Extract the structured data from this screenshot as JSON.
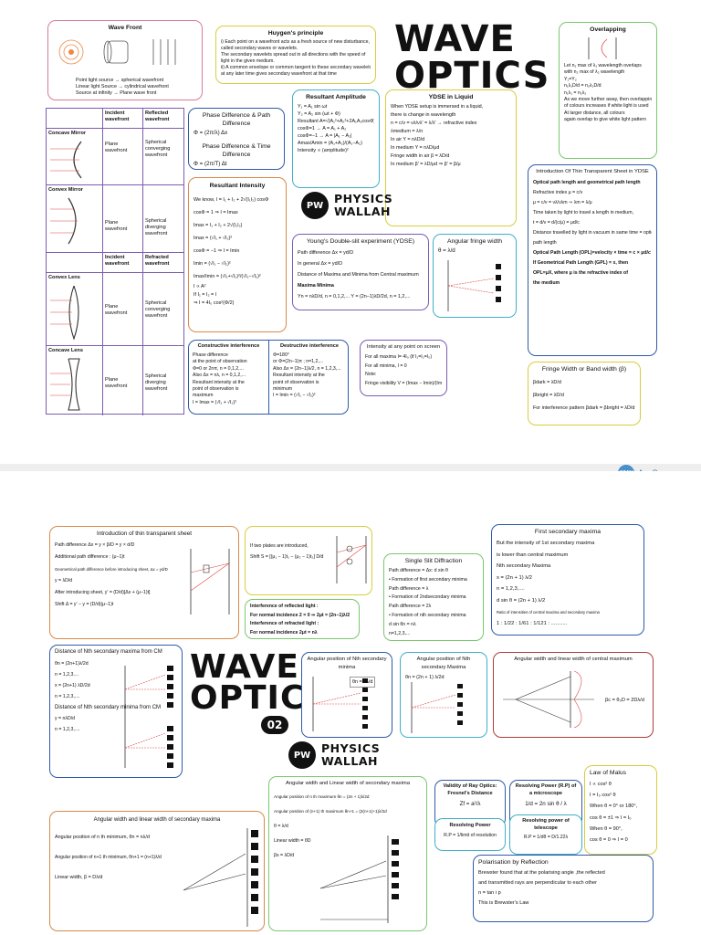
{
  "page1": {
    "title_line1": "WAVE",
    "title_line2": "OPTICS",
    "brand": "PHYSICS WALLAH",
    "brand_line1": "PHYSICS",
    "brand_line2": "WALLAH",
    "logo_text": "PW",
    "wave_front": {
      "title": "Wave Front",
      "lines": [
        "Point light source → spherical wavefront",
        "Linear light Source → cylindrical wavefront",
        "Source at infinity → Plane wave front"
      ]
    },
    "huygens": {
      "title": "Huygen's principle",
      "lines": [
        "i) Each point on a wavefront acts as a fresh source of new disturbance,",
        "   called secondary waves or wavelets.",
        "   The secondary wavelets spread out in all directions with the speed of",
        "   light in the given medium.",
        "ii) A common envelope or common tangent to these secondary wavelets",
        "   at any later time gives secondary wavefront at that time"
      ]
    },
    "overlapping": {
      "title": "Overlapping",
      "lines": [
        "Let n₁ max of λ₁ wavelength overlaps",
        "with n₂ max of λ₂ wavelength",
        "Y₁=Y₂",
        "n₁λ₁D/d = n₂λ₂D/d",
        "n₁λ₁ = n₂λ₂",
        "As we move further away, then overlapping",
        "of colours increases if white light is used",
        "At larger distance, all colours",
        "again overlap to give white light pattern"
      ]
    },
    "table": {
      "headers": [
        "",
        "Incident wavefront",
        "Reflected wavefront"
      ],
      "headers2": [
        "",
        "Incident wavefront",
        "Refracted wavefront"
      ],
      "rows": [
        {
          "label": "Concave Mirror",
          "a": "Plane wavefront",
          "b": "Spherical converging wavefront"
        },
        {
          "label": "Convex Mirror",
          "a": "Plane wavefront",
          "b": "Spherical diverging wavefront"
        },
        {
          "label": "Convex Lens",
          "a": "Plane wavefront",
          "b": "Spherical converging wavefront"
        },
        {
          "label": "Concave Lens",
          "a": "Plane wavefront",
          "b": "Spherical diverging wavefront"
        }
      ]
    },
    "phase": {
      "title1": "Phase Difference & Path Difference",
      "eq1": "Φ = (2π/λ) Δx",
      "title2": "Phase Difference & Time Difference",
      "eq2": "Φ = (2π/T) Δt"
    },
    "resultant_amplitude": {
      "title": "Resultant Amplitude",
      "lines": [
        "Y₁ = A₁ sin ωt",
        "Y₂ = A₂ sin (ωt + Φ)",
        "Resultant A=√(A₁²+A₂²+2A₁A₂cosΦ)",
        "cosΦ=1 → A = A₁ + A₂",
        "cosΦ=−1 → A = |A₁ − A₂|",
        "Amax/Amin = (A₁+A₂)/(A₁−A₂)",
        "Intensity ∝ (amplitude)²"
      ]
    },
    "ydse_liquid": {
      "title": "YDSE in Liquid",
      "lines": [
        "When YDSE setup is immersed in a liquid,",
        "there is change in wavelength",
        "n = c/v = νλ/νλ' = λ/λ' → refractive index",
        "λmedium = λ/n",
        "In air Y = nλD/d",
        "In medium Y = nλD/μd",
        "Fringe width in air β = λD/d",
        "In medium β' = λD/μd ⇒ β' = β/μ"
      ]
    },
    "resultant_intensity": {
      "title": "Resultant Intensity",
      "lines": [
        "We know, I = I₁ + I₂ + 2√(I₁I₂) cosΦ",
        "cosΦ = 1 ⇒ I = Imax",
        "Imax = I₁ + I₂ + 2√(I₁I₂)",
        "Imax = (√I₁ + √I₂)²",
        "cosΦ = −1 ⇒ I = Imin",
        "Imin = (√I₁ − √I₂)²",
        "Imax/Imin = (√I₁+√I₂)²/(√I₁−√I₂)²",
        "I ∝ A²",
        "If I₁ = I₂ = I",
        "⇒ I = 4I₀ cos²(Φ/2)"
      ]
    },
    "ydse": {
      "title": "Young's Double-slit experiment (YDSE)",
      "lines": [
        "Path difference Δx = yd/D",
        "In general Δx = yd/D",
        "Distance of Maxima and Minima from Central maximum",
        "Maxima                    Minima",
        "Yn = nλD/d, n = 0,1,2,...   Y = (2n−1)λD/2d, n = 1,2,..."
      ]
    },
    "angular_fringe": {
      "title": "Angular fringe width",
      "eq": "θ = λ/d"
    },
    "interference": {
      "h1": "Constructive interference",
      "h2": "Destructive interference",
      "c1": [
        "Phase difference",
        "at the point of observation",
        "Φ=0 or 2nπ, n = 0,1,2,...",
        "Also Δx = nλ, n = 0,1,2,...",
        "Resultant intensity at the",
        "point of observation is",
        "maximum",
        "I = Imax = (√I₁ + √I₂)²"
      ],
      "c2": [
        "Φ=180°",
        "or Φ=(2n−1)π ; n=1,2,...",
        "Also Δx = (2n−1)λ/2, n = 1,2,3,...",
        "Resultant intensity at the",
        "point of observation is",
        "minimum",
        "I = Imin = (√I₁ − √I₂)²"
      ]
    },
    "intensity_point": {
      "title": "Intensity at any point on screen",
      "lines": [
        "For all maxima I= 4I₀ (if I₁=I₂=I₀)",
        "For all minima, I = 0",
        "Note:",
        "Fringe visibility V = (Imax − Imin)/(Imax + Imin)"
      ]
    },
    "thin_sheet": {
      "title": "Introduction Of Thin Transparent Sheet in YDSE",
      "lines": [
        "Optical path length and geometrical path length",
        "Refractive index μ = c/v",
        "μ = c/v = νλ/νλm ⇒ λm = λ/μ",
        "Time taken by light to travel a length in medium,",
        "t = d/v = d/(c/μ) = μd/c",
        "Distance travelled by light in vacuum in same time = optical",
        "path length",
        "Optical Path Length (OPL)=velocity × time = c × μd/c",
        "If Geometrical Path Length (GPL) = x, then",
        "OPL=μX, where μ is the refractive index of",
        "the medium"
      ]
    },
    "fringe_width": {
      "title": "Fringe Width or Band width (β)",
      "lines": [
        "βdark = λD/d",
        "βbright = λD/d",
        "For interference pattern βdark = βbright = λD/d"
      ]
    },
    "scanner": "AnyScanner",
    "scanner_icon": "SCAN"
  },
  "page2": {
    "title_line1": "WAVE",
    "title_line2": "OPTICS",
    "badge": "02",
    "brand_line1": "PHYSICS",
    "brand_line2": "WALLAH",
    "logo_text": "PW",
    "thin_sheet": {
      "title": "Introduction of thin transparent sheet",
      "lines": [
        "Path difference Δx = y × β/D = y × d/D",
        "Additional path difference : (μ−1)t",
        "Geometrical path difference before introducing sheet, Δx = yd/D",
        "y = λD/d",
        "After introducing sheet, y' = (D/d)[Δx + (μ−1)t]",
        "Shift Δ = y' − y = (D/d)(μ−1)t"
      ]
    },
    "two_plates": {
      "lines": [
        "If two plates are introduced,",
        "Shift S = [(μ₁ − 1)t₁ − (μ₂ − 1)t₂] D/d"
      ]
    },
    "reflected": {
      "lines": [
        "Interference of reflected light :",
        "For normal incidence 2 = 0 ⇒ 2μt = (2n−1)λ/2",
        "Interference of refracted light :",
        "For normal incidence 2μt = nλ"
      ]
    },
    "single_slit": {
      "title": "Single Slit Diffraction",
      "lines": [
        "Path difference = Δx: d sin θ",
        "• Formation of first secondary minima",
        "  Path difference = λ",
        "• Formation of 2ndsecondary minima",
        "  Path difference = 2λ",
        "• Formation of nth secondary minima",
        "  d sin θn = nλ",
        "  n=1,2,3,..."
      ]
    },
    "first_secondary": {
      "title": "First secondary maxima",
      "lines": [
        "But the intensity of 1st secondary maxima",
        "is lower than central maximum",
        "Nth secondary Maxima",
        "x = (2n + 1) λ/2",
        "n = 1,2,3,....",
        "d sin θ = (2n + 1) λ/2",
        "Ratio of intensities of central maxima and secondary maxima",
        "1 : 1/22 : 1/61 : 1/121 : ..........."
      ]
    },
    "distance_nth": {
      "title": "Distance of Nth secondary maxima from CM",
      "lines": [
        "θn = (2n+1)λ/2d",
        "n = 1,2,3....",
        "x = (2n+1) λD/2d",
        "n = 1,2,3,....",
        "Distance of Nth secondary minima from CM",
        "y = nλD/d",
        "n = 1,2,3,...."
      ]
    },
    "angular_minima": {
      "title": "Angular position of Nth secondary minima",
      "eq": "θn = nλ/d"
    },
    "angular_maxima": {
      "title": "Angular position of Nth secondary Maxima",
      "eq": "θn = (2n + 1) λ/2d"
    },
    "angular_width_central": {
      "title": "Angular width and linear width of central maximum",
      "eq": "βc = θ₀D = 2Dλ/d"
    },
    "angular_width_secondary": {
      "title": "Angular width and Linear width of secondary maxima",
      "lines": [
        "Angular position of n th maximum θn = (2n + 1)λ/2d",
        "Angular position of (n+1) th maximum θn+1 = (2(n+1)+1)λ/2d",
        "θ = λ/d",
        "Linear width = θD",
        "βs = λD/d"
      ]
    },
    "angular_width_bottom": {
      "title": "Angular width and linear width of secondary maxima",
      "lines": [
        "Angular position of n th minimum, θn = nλ/d",
        "Angular position of n+1 th minimum, θn+1 = (n+1)λ/d",
        "Linear width, β = Dλ/d"
      ]
    },
    "fresnel": {
      "title": "Validity of Ray Optics: Fresnel's Distance",
      "eq": "Zf = a²/λ"
    },
    "resolving_microscope": {
      "title": "Resolving Power (R.P) of a microscope",
      "eq": "1/d = 2n sin θ / λ"
    },
    "resolving_power": {
      "title": "Resolving Power",
      "eq": "R.P = 1/limit of resolution"
    },
    "resolving_telescope": {
      "title": "Resolving power of telescope",
      "eq": "R.P = 1/dθ = D/1.22λ"
    },
    "malus": {
      "title": "Law of Malus",
      "lines": [
        "I ∝ cos² θ",
        "I = I₀ cos² θ",
        "When θ = 0° or 180°,",
        "cos θ = ±1 ⇒ I = I₀",
        "When θ = 90°,",
        "cos θ = 0 ⇒ I = 0"
      ]
    },
    "polarisation": {
      "title": "Polarisation by Reflection",
      "lines": [
        "Brewster found that at the polarising angle ,the reflected",
        "and transmitted rays are perpendicular to each other",
        "n = tan i p",
        "This is Brewster's Law"
      ]
    }
  }
}
